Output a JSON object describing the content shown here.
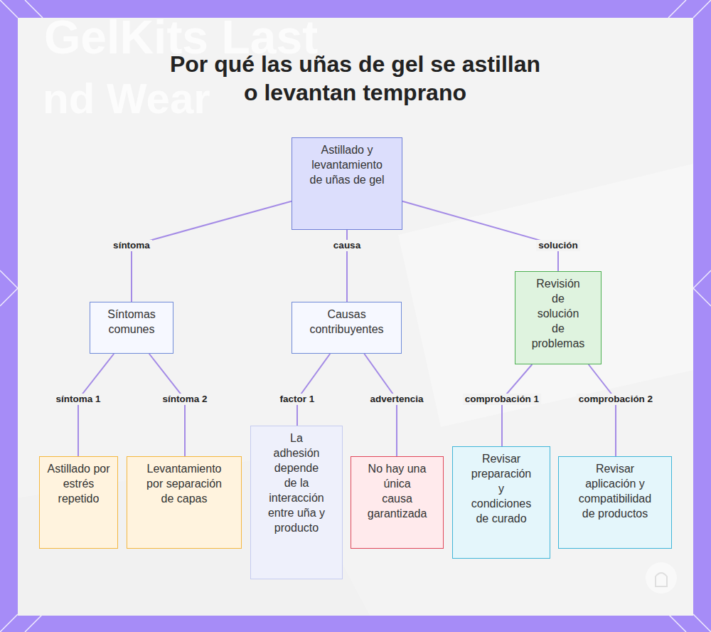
{
  "diagram": {
    "title": "Por qué las uñas de gel se astillan o levantan temprano",
    "nodes": [
      {
        "text": [
          "Astillado y levantamiento de uñas de gel"
        ]
      },
      {
        "text": [
          "Síntomas comunes"
        ]
      },
      {
        "text": [
          "Causas contribuyentes"
        ]
      },
      {
        "text": [
          "Revisión de solución de problemas"
        ]
      },
      {
        "text": [
          "Astillado por estrés repetido"
        ]
      },
      {
        "text": [
          "Levantamiento por separación de capas"
        ]
      },
      {
        "text": [
          "La adhesión depende de la interacción entre uña y producto"
        ]
      },
      {
        "text": [
          "No hay una única causa garantizada"
        ]
      },
      {
        "text": [
          "Revisar preparación y condiciones de curado"
        ]
      },
      {
        "text": [
          "Revisar aplicación y compatibilidad de productos"
        ]
      }
    ],
    "edges": [
      {
        "from": 0,
        "to": 1,
        "label": "síntoma",
        "arrow": "none"
      },
      {
        "from": 0,
        "to": 2,
        "label": "causa",
        "arrow": "none"
      },
      {
        "from": 0,
        "to": 3,
        "label": "solución",
        "arrow": "none"
      },
      {
        "from": 1,
        "to": 4,
        "label": "síntoma 1",
        "arrow": "none"
      },
      {
        "from": 1,
        "to": 5,
        "label": "síntoma 2",
        "arrow": "none"
      },
      {
        "from": 2,
        "to": 6,
        "label": "factor 1",
        "arrow": "none"
      },
      {
        "from": 2,
        "to": 7,
        "label": "advertencia",
        "arrow": "none"
      },
      {
        "from": 3,
        "to": 8,
        "label": "comprobación 1",
        "arrow": "none"
      },
      {
        "from": 3,
        "to": 9,
        "label": "comprobación 2",
        "arrow": "none"
      }
    ],
    "labels": [
      "GelKits Last",
      "nd Wear"
    ]
  }
}
